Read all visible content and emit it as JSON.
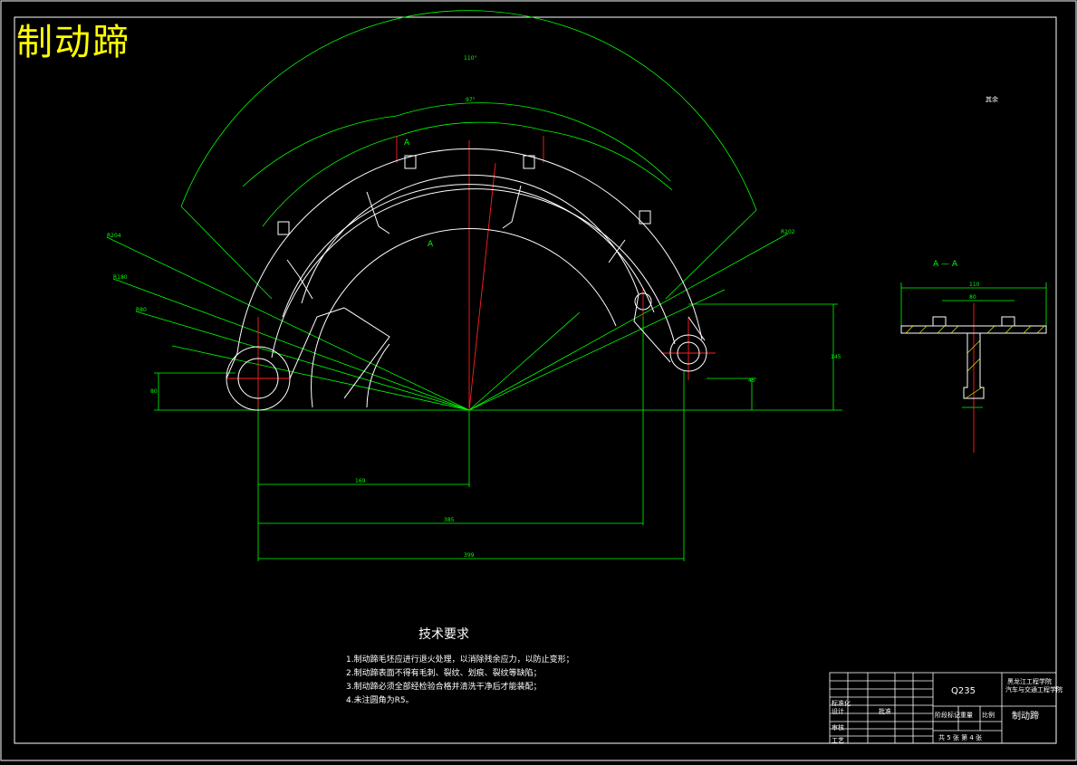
{
  "drawing": {
    "title": "制动蹄",
    "section_label": "A — A",
    "section_letter_top": "A",
    "section_letter_mid": "A",
    "roughness_label": "其余",
    "tech_requirements": {
      "heading": "技术要求",
      "items": [
        "1.制动蹄毛坯应进行退火处理，以消除残余应力，以防止变形；",
        "2.制动蹄表面不得有毛刺、裂纹、划痕、裂纹等缺陷；",
        "3.制动蹄必须全部经检验合格并清洗干净后才能装配；",
        "4.未注圆角为R5。"
      ]
    },
    "dimensions": {
      "d_169": "169",
      "d_385": "385",
      "d_399": "399",
      "d_145": "145",
      "d_80": "80",
      "d_45": "45",
      "angle_top": "110°",
      "angle_mid": "97°",
      "r_left_1": "R204",
      "r_left_2": "R180",
      "r_left_3": "R80",
      "r_right": "R202",
      "section_width": "110",
      "section_inner": "80"
    },
    "title_block": {
      "material": "Q235",
      "part_name": "制动蹄",
      "school_line1": "黑龙江工程学院",
      "school_line2": "汽车与交通工程学院",
      "sheet_info": "共 5 张   第 4 张",
      "scale_label": "比例",
      "weight_label": "重量",
      "stage_label": "阶段标记",
      "design_label": "设计",
      "check_label": "审核",
      "process_label": "工艺",
      "std_label": "标准化",
      "approve_label": "批准"
    }
  }
}
